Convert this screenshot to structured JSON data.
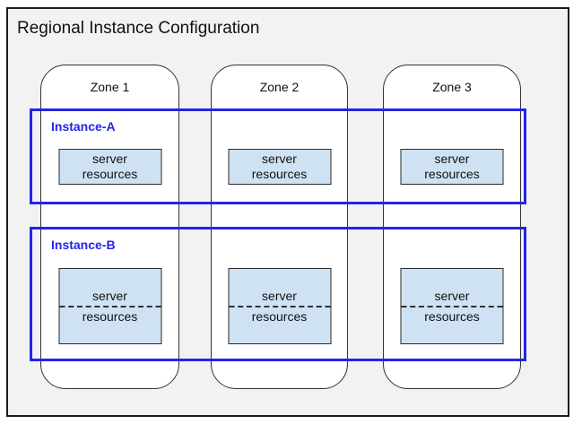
{
  "diagram": {
    "title": "Regional Instance Configuration",
    "zones": [
      {
        "label": "Zone 1"
      },
      {
        "label": "Zone 2"
      },
      {
        "label": "Zone 3"
      }
    ],
    "instances": [
      {
        "label": "Instance-A"
      },
      {
        "label": "Instance-B"
      }
    ],
    "resource_box": {
      "line1": "server",
      "line2": "resources"
    },
    "colors": {
      "region_fill": "#f2f2f2",
      "zone_fill": "#ffffff",
      "instance_border": "#2424ea",
      "instance_label_text": "#2424ea",
      "resource_box_fill": "#cfe2f3",
      "outline": "#1b1b1b"
    }
  }
}
